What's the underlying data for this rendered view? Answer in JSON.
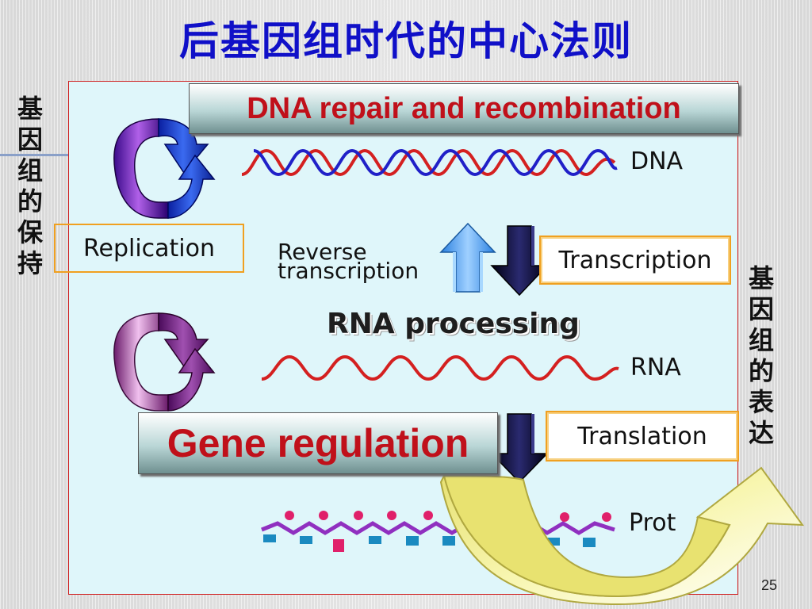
{
  "title": "后基因组时代的中心法则",
  "side_left": "基因组的保持",
  "side_right": "基因组的表达",
  "banners": {
    "dna_repair": "DNA repair and recombination",
    "gene_regulation": "Gene regulation",
    "rna_processing": "RNA processing"
  },
  "labels": {
    "dna": "DNA",
    "rna": "RNA",
    "protein": "Prot",
    "replication": "Replication",
    "reverse_line1": "Reverse",
    "reverse_line2": "transcription",
    "transcription": "Transcription",
    "translation": "Translation"
  },
  "page_number": "25",
  "colors": {
    "title": "#1010c8",
    "banner_text": "#c0101a",
    "panel_bg": "#dff6fa",
    "panel_border": "#d02020",
    "box_border": "#f0a020"
  }
}
